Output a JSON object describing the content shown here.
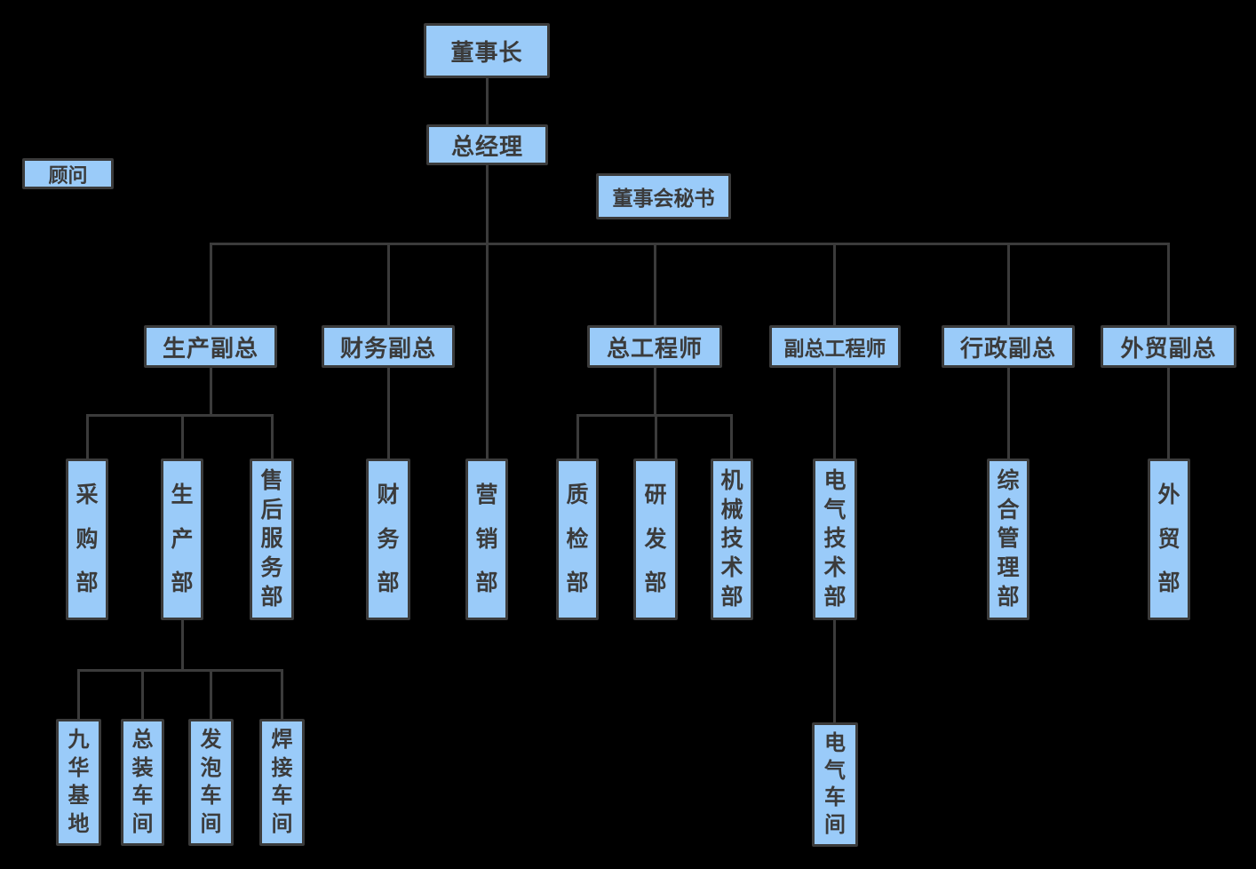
{
  "colors": {
    "background": "#000000",
    "node_fill": "#9ACBF9",
    "node_border": "#3B3B3B",
    "node_text": "#3B3B3B",
    "line": "#3B3B3B"
  },
  "nodes": {
    "chairman": {
      "label": "董事长"
    },
    "general_manager": {
      "label": "总经理"
    },
    "advisor": {
      "label": "顾问"
    },
    "board_secretary": {
      "label": "董事会秘书"
    },
    "vp_production": {
      "label": "生产副总"
    },
    "vp_finance": {
      "label": "财务副总"
    },
    "chief_engineer": {
      "label": "总工程师"
    },
    "deputy_chief_engineer": {
      "label": "副总工程师"
    },
    "vp_admin": {
      "label": "行政副总"
    },
    "vp_foreign_trade": {
      "label": "外贸副总"
    },
    "purchasing": {
      "label": "采购部"
    },
    "production": {
      "label": "生产部"
    },
    "after_sales_service": {
      "label": "售后服务部"
    },
    "finance": {
      "label": "财务部"
    },
    "marketing": {
      "label": "营销部"
    },
    "quality_inspection": {
      "label": "质检部"
    },
    "research_development": {
      "label": "研发部"
    },
    "mechanical_technology": {
      "label": "机械技术部"
    },
    "electrical_technology": {
      "label": "电气技术部"
    },
    "general_management": {
      "label": "综合管理部"
    },
    "foreign_trade": {
      "label": "外贸部"
    },
    "jiuhua_base": {
      "label": "九华基地"
    },
    "assembly_workshop": {
      "label": "总装车间"
    },
    "foaming_workshop": {
      "label": "发泡车间"
    },
    "welding_workshop": {
      "label": "焊接车间"
    },
    "electrical_workshop": {
      "label": "电气车间"
    }
  },
  "edges": [
    [
      "chairman",
      "general_manager"
    ],
    [
      "general_manager",
      "vp_production"
    ],
    [
      "general_manager",
      "vp_finance"
    ],
    [
      "general_manager",
      "marketing"
    ],
    [
      "general_manager",
      "chief_engineer"
    ],
    [
      "general_manager",
      "deputy_chief_engineer"
    ],
    [
      "general_manager",
      "vp_admin"
    ],
    [
      "general_manager",
      "vp_foreign_trade"
    ],
    [
      "vp_production",
      "purchasing"
    ],
    [
      "vp_production",
      "production"
    ],
    [
      "vp_production",
      "after_sales_service"
    ],
    [
      "vp_finance",
      "finance"
    ],
    [
      "chief_engineer",
      "quality_inspection"
    ],
    [
      "chief_engineer",
      "research_development"
    ],
    [
      "chief_engineer",
      "mechanical_technology"
    ],
    [
      "deputy_chief_engineer",
      "electrical_technology"
    ],
    [
      "vp_admin",
      "general_management"
    ],
    [
      "vp_foreign_trade",
      "foreign_trade"
    ],
    [
      "production",
      "jiuhua_base"
    ],
    [
      "production",
      "assembly_workshop"
    ],
    [
      "production",
      "foaming_workshop"
    ],
    [
      "production",
      "welding_workshop"
    ],
    [
      "electrical_technology",
      "electrical_workshop"
    ]
  ],
  "unattached_nodes": [
    "advisor",
    "board_secretary"
  ]
}
